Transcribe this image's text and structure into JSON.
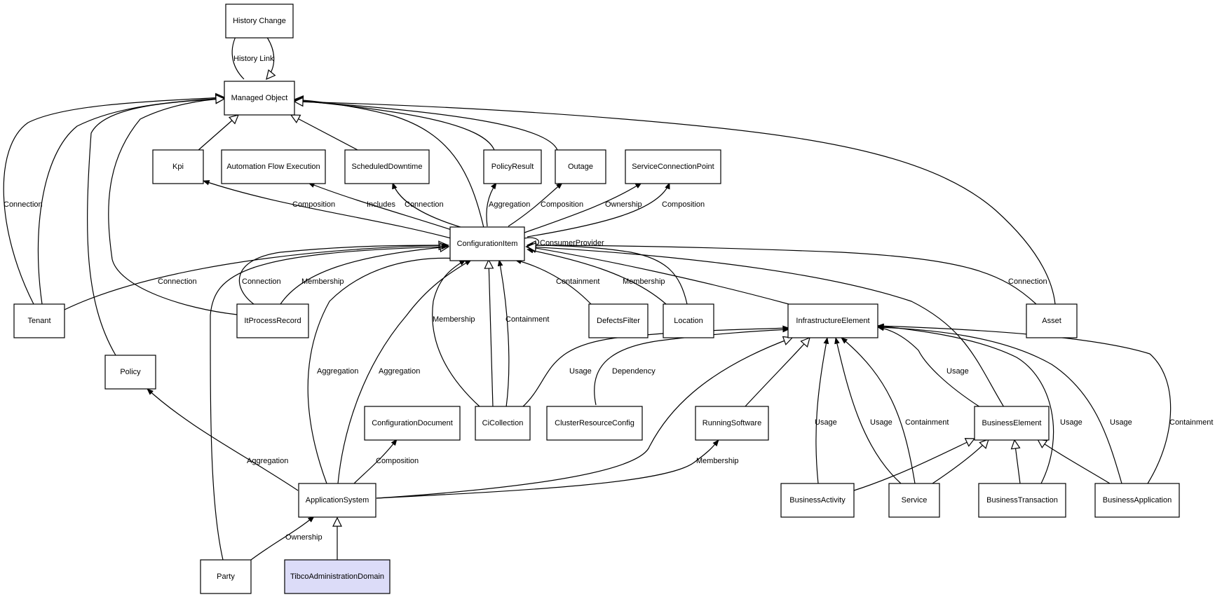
{
  "nodes": {
    "history_change": "History Change",
    "managed_object": "Managed Object",
    "kpi": "Kpi",
    "automation_flow_execution": "Automation Flow Execution",
    "scheduled_downtime": "ScheduledDowntime",
    "policy_result": "PolicyResult",
    "outage": "Outage",
    "service_connection_point": "ServiceConnectionPoint",
    "configuration_item": "ConfigurationItem",
    "tenant": "Tenant",
    "it_process_record": "ItProcessRecord",
    "defects_filter": "DefectsFilter",
    "location": "Location",
    "infrastructure_element": "InfrastructureElement",
    "asset": "Asset",
    "policy": "Policy",
    "configuration_document": "ConfigurationDocument",
    "ci_collection": "CiCollection",
    "cluster_resource_config": "ClusterResourceConfig",
    "running_software": "RunningSoftware",
    "business_element": "BusinessElement",
    "application_system": "ApplicationSystem",
    "business_activity": "BusinessActivity",
    "service": "Service",
    "business_transaction": "BusinessTransaction",
    "business_application": "BusinessApplication",
    "party": "Party",
    "tibco_administration_domain": "TibcoAdministrationDomain"
  },
  "labels": {
    "history_link": "History Link",
    "tenant_connection": "Connection",
    "kpi_composition": "Composition",
    "afe_includes": "Includes",
    "sd_connection": "Connection",
    "pr_aggregation": "Aggregation",
    "outage_composition": "Composition",
    "scp_ownership": "Ownership",
    "scp_composition": "Composition",
    "consumer_provider": "ConsumerProvider",
    "tenant_ci_connection": "Connection",
    "ipr_connection": "Connection",
    "ipr_membership": "Membership",
    "df_containment": "Containment",
    "loc_membership": "Membership",
    "asset_connection": "Connection",
    "cic_membership": "Membership",
    "cic_containment": "Containment",
    "as_aggregation_1": "Aggregation",
    "as_aggregation_2": "Aggregation",
    "cic_usage": "Usage",
    "crc_dependency": "Dependency",
    "be_usage": "Usage",
    "ba_usage": "Usage",
    "svc_usage": "Usage",
    "svc_containment": "Containment",
    "bt_usage": "Usage",
    "bapp_usage": "Usage",
    "bapp_containment": "Containment",
    "policy_aggregation": "Aggregation",
    "cd_composition": "Composition",
    "rs_membership": "Membership",
    "party_ownership": "Ownership"
  },
  "colors": {
    "highlight_fill": "#dcdcf8"
  }
}
